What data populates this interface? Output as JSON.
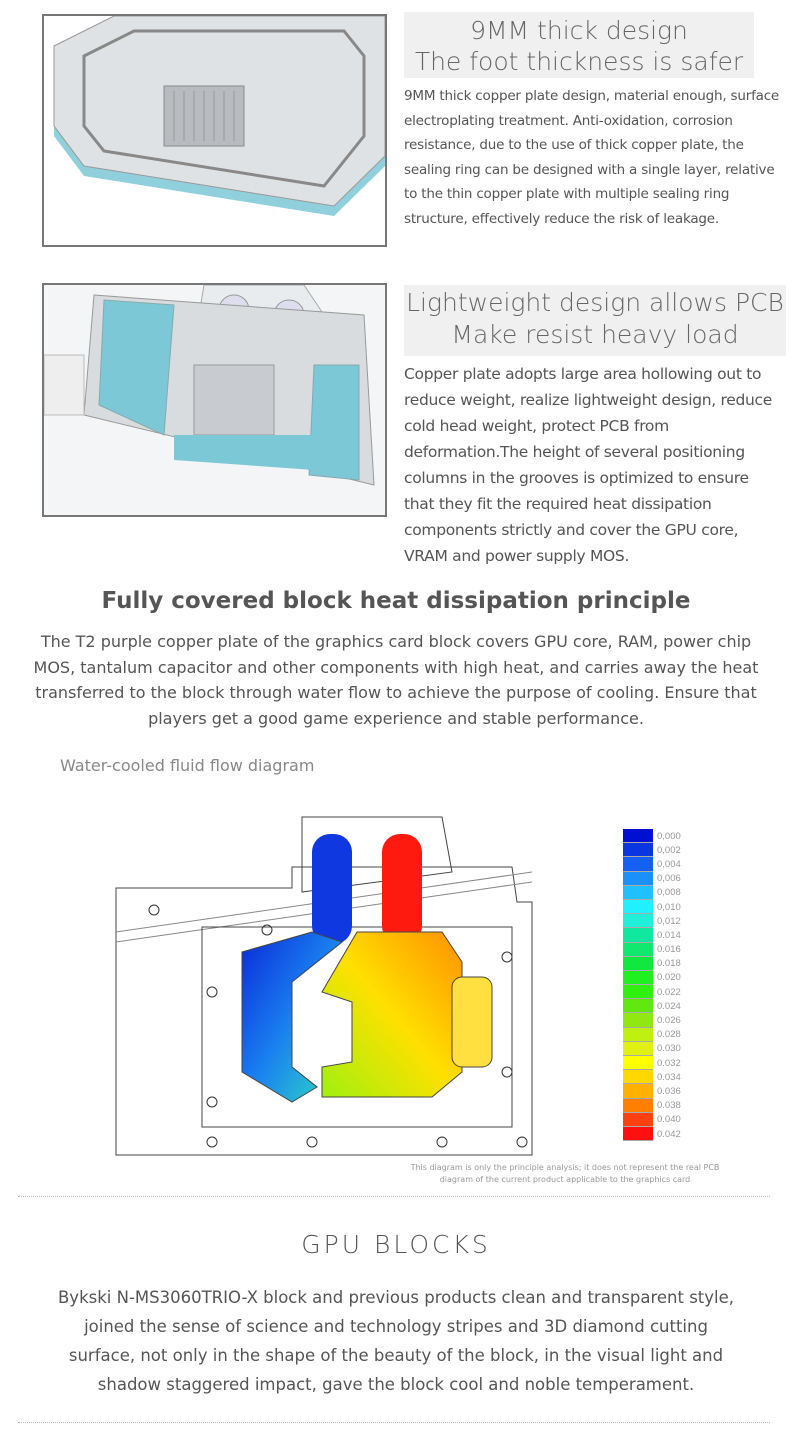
{
  "feature1": {
    "heading_line1": "9MM thick design",
    "heading_line2": "The foot thickness is safer",
    "body": "9MM thick copper plate design, material enough, surface electroplating treatment. Anti-oxidation, corrosion resistance, due to the use of thick copper plate, the sealing ring can be designed with a single layer, relative to the thin copper plate with multiple sealing ring structure, effectively reduce the risk of leakage."
  },
  "feature2": {
    "heading_line1": "Lightweight design allows PCB",
    "heading_line2": "Make resist heavy load",
    "body": "Copper plate adopts large area hollowing out to reduce weight, realize lightweight design, reduce cold head weight, protect PCB from deformation.The height of several positioning columns in the grooves is optimized to ensure that they fit the required heat dissipation components strictly and cover the GPU core, VRAM and power supply MOS."
  },
  "principle": {
    "title": "Fully covered block heat dissipation principle",
    "body": "The T2 purple copper plate of the graphics card block covers GPU core, RAM, power chip MOS, tantalum capacitor and other components with high heat, and carries away the heat transferred to the block through water flow to achieve the purpose of cooling. Ensure that players get a good game experience and stable performance."
  },
  "diagram": {
    "caption": "Water-cooled fluid flow diagram",
    "legend_values": [
      "0,000",
      "0,002",
      "0,004",
      "0,006",
      "0,008",
      "0,010",
      "0,012",
      "0.014",
      "0.016",
      "0.018",
      "0.020",
      "0.022",
      "0.024",
      "0.026",
      "0.028",
      "0.030",
      "0.032",
      "0.034",
      "0.036",
      "0.038",
      "0.040",
      "0.042"
    ],
    "legend_colors": [
      "#0010d0",
      "#0a35e0",
      "#1560f0",
      "#1a90f8",
      "#20c0ff",
      "#20f0ff",
      "#20f0d8",
      "#10e8a0",
      "#10e870",
      "#10e840",
      "#20f020",
      "#30f010",
      "#60e810",
      "#90e810",
      "#c0f010",
      "#e0f010",
      "#ffff00",
      "#ffd800",
      "#ffb000",
      "#ff8000",
      "#ff4010",
      "#ff1010"
    ],
    "disclaimer_line1": "This diagram is only the principle analysis; it does not represent the real PCB",
    "disclaimer_line2": "diagram of the current product applicable to the graphics card"
  },
  "gpu_blocks": {
    "title": "GPU BLOCKS",
    "body": "Bykski N-MS3060TRIO-X block and previous products clean and transparent style, joined the sense of science and technology stripes and 3D diamond cutting surface, not only in the shape of the beauty of the block, in the visual light and shadow staggered impact, gave the block cool and noble temperament."
  }
}
